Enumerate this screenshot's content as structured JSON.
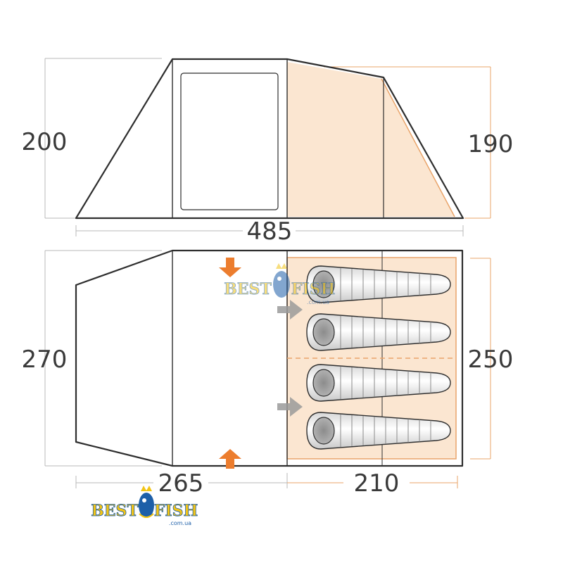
{
  "colors": {
    "outline": "#2e2e2e",
    "dim_line_gray": "#b9b9b9",
    "dim_line_orange": "#e9a46a",
    "inner_tent_fill": "#fbe6d1",
    "arrow_orange": "#ec7d2e",
    "arrow_gray": "#9a9a9a",
    "logo_gold": "#f2c416",
    "logo_blue": "#1d5fa8"
  },
  "dimensions": {
    "side_height_left": "200",
    "side_height_right": "190",
    "total_length": "485",
    "plan_width_left": "270",
    "plan_width_right": "250",
    "porch_length": "265",
    "inner_length": "210"
  },
  "logo": {
    "word1": "BEST",
    "word2": "FISH",
    "domain": ".com.ua"
  },
  "icons": [
    "entrance-arrow-icon",
    "sleeping-bag-icon",
    "fish-mascot-icon"
  ]
}
